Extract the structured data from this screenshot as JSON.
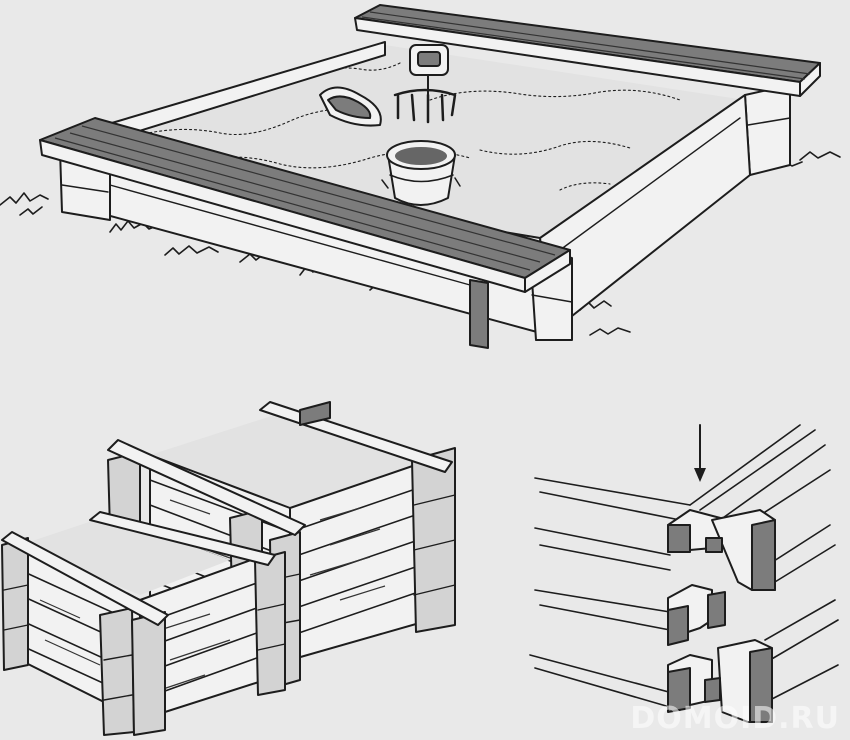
{
  "figure": {
    "panels": [
      {
        "id": "sandbox",
        "subject": "sandbox-with-bench-boards"
      },
      {
        "id": "planter-boxes",
        "subject": "stacked-timber-boxes"
      },
      {
        "id": "joint-detail",
        "subject": "notched-corner-joint"
      }
    ],
    "watermark": "DOMOID.RU",
    "colors": {
      "background": "#e9e9e9",
      "ink": "#1d1d1d",
      "bench": "#7c7c7c",
      "timber": "#d3d3d3"
    }
  }
}
